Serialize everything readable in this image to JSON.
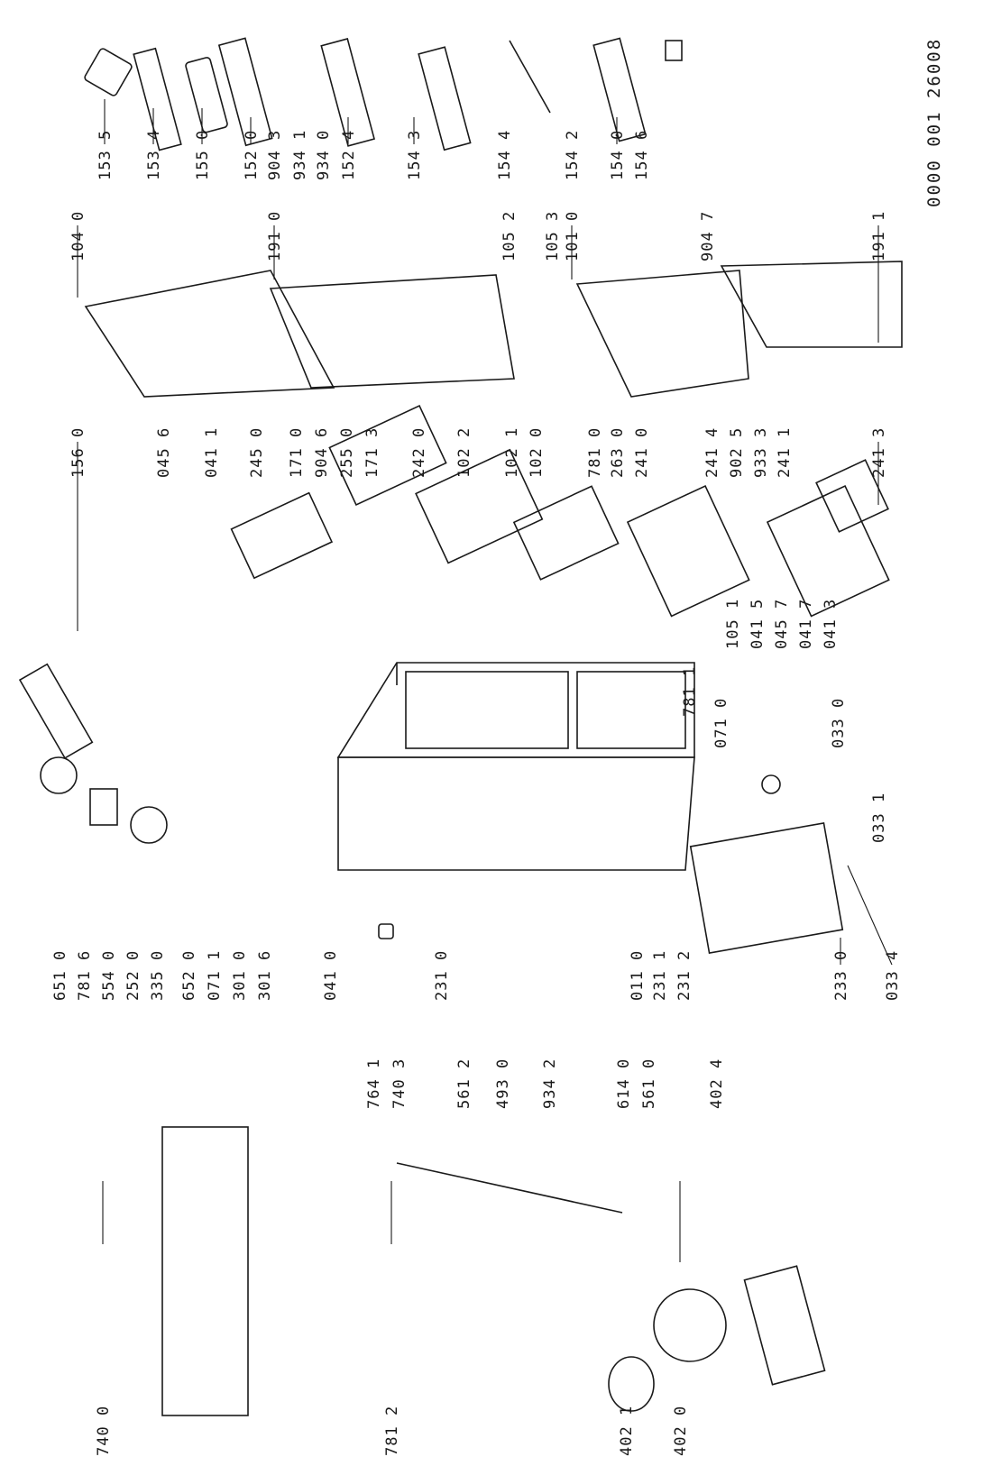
{
  "drawing_code": "0000 001 26008",
  "labels": [
    "153 5",
    "153 4",
    "155 0",
    "152 0",
    "904 3",
    "934 1",
    "934 0",
    "152 4",
    "154 3",
    "154 4",
    "154 2",
    "154 0",
    "154 6",
    "104 0",
    "191 0",
    "105 2",
    "105 3",
    "101 0",
    "904 7",
    "191 1",
    "156 0",
    "045 6",
    "041 1",
    "245 0",
    "171 0",
    "904 6",
    "255 0",
    "171 3",
    "242 0",
    "102 2",
    "102 1",
    "102 0",
    "781 0",
    "263 0",
    "241 0",
    "241 4",
    "902 5",
    "933 3",
    "241 1",
    "241 3",
    "105 1",
    "041 5",
    "045 7",
    "041 7",
    "041 3",
    "781 1",
    "071 0",
    "033 0",
    "033 1",
    "651 0",
    "781 6",
    "554 0",
    "252 0",
    "335 0",
    "652 0",
    "071 1",
    "301 0",
    "301 6",
    "041 0",
    "231 0",
    "011 0",
    "231 1",
    "231 2",
    "233 0",
    "033 4",
    "764 1",
    "740 3",
    "561 2",
    "493 0",
    "934 2",
    "614 0",
    "561 0",
    "402 4",
    "740 0",
    "781 2",
    "402 1",
    "402 0"
  ]
}
